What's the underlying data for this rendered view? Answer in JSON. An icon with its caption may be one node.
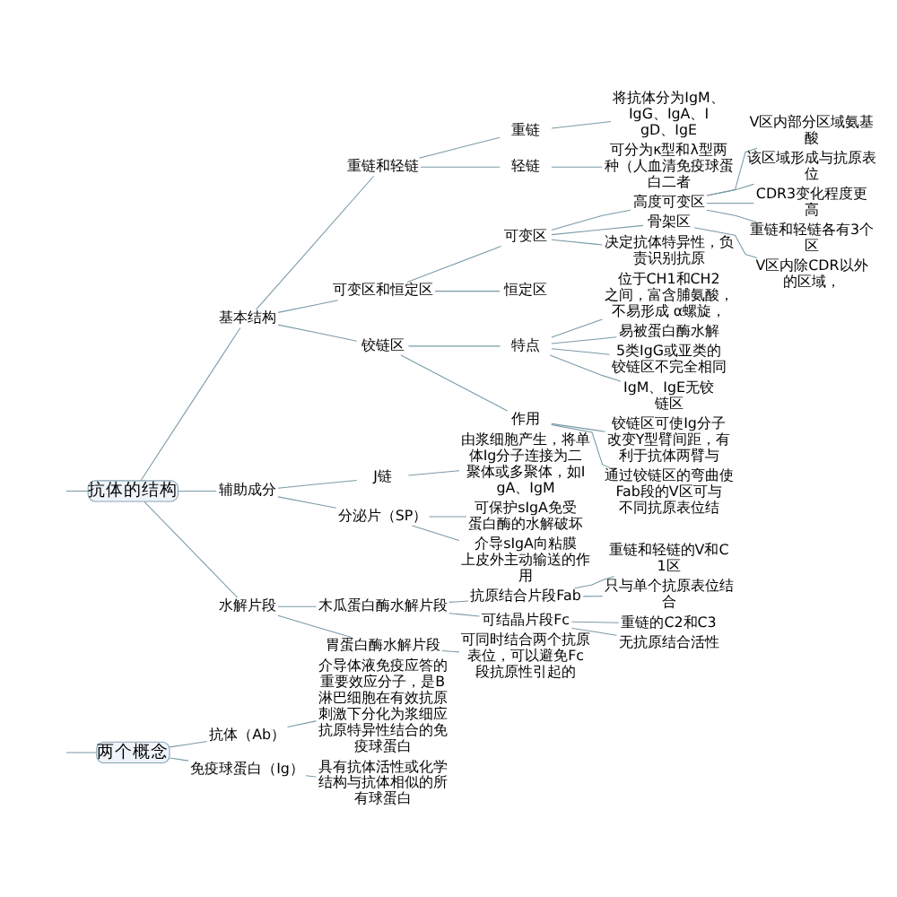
{
  "diagram": {
    "nodes": [
      {
        "text": [
          "两个概念"
        ]
      },
      {
        "text": [
          "抗体（Ab）"
        ]
      },
      {
        "text": [
          "介导体液免疫应答的重要效应分子，是B淋巴细胞在有效抗原刺激下分化为浆细应抗原特异性结合的免疫球蛋白"
        ]
      },
      {
        "text": [
          "免疫球蛋白（Ig）"
        ]
      },
      {
        "text": [
          "具有抗体活性或化学结构与抗体相似的所有球蛋白"
        ]
      },
      {
        "text": [
          "抗体的结构"
        ]
      },
      {
        "text": [
          "基本结构"
        ]
      },
      {
        "text": [
          "重链和轻链"
        ]
      },
      {
        "text": [
          "重链"
        ]
      },
      {
        "text": [
          "将抗体分为IgM、IgG、IgA、IgD、IgE"
        ]
      },
      {
        "text": [
          "轻链"
        ]
      },
      {
        "text": [
          "可分为κ型和λ型两种（人血清免疫球蛋白二者"
        ]
      },
      {
        "text": [
          "可变区和恒定区"
        ]
      },
      {
        "text": [
          "可变区"
        ]
      },
      {
        "text": [
          "高度可变区"
        ]
      },
      {
        "text": [
          "V区内部分区域氨基酸"
        ]
      },
      {
        "text": [
          "该区域形成与抗原表位"
        ]
      },
      {
        "text": [
          "CDR3变化程度更高"
        ]
      },
      {
        "text": [
          "重链和轻链各有3个区"
        ]
      },
      {
        "text": [
          "骨架区"
        ]
      },
      {
        "text": [
          "V区内除CDR以外的区域，"
        ]
      },
      {
        "text": [
          "决定抗体特异性，负责识别抗原"
        ]
      },
      {
        "text": [
          "恒定区"
        ]
      },
      {
        "text": [
          "铰链区"
        ]
      },
      {
        "text": [
          "特点"
        ]
      },
      {
        "text": [
          "位于CH1和CH2之间，富含脯氨酸，不易形成 α螺旋，"
        ]
      },
      {
        "text": [
          "易被蛋白酶水解"
        ]
      },
      {
        "text": [
          "5类IgG或亚类的铰链区不完全相同"
        ]
      },
      {
        "text": [
          "IgM、IgE无铰链区"
        ]
      },
      {
        "text": [
          "作用"
        ]
      },
      {
        "text": [
          "铰链区可使Ig分子改变Y型臂间距，有利于抗体两臂与"
        ]
      },
      {
        "text": [
          "通过铰链区的弯曲使Fab段的V区可与不同抗原表位结"
        ]
      },
      {
        "text": [
          "辅助成分"
        ]
      },
      {
        "text": [
          "J链"
        ]
      },
      {
        "text": [
          "由浆细胞产生，将单体Ig分子连接为二聚体或多聚体，如IgA、IgM"
        ]
      },
      {
        "text": [
          "分泌片（SP）"
        ]
      },
      {
        "text": [
          "可保护sIgA免受蛋白酶的水解破坏"
        ]
      },
      {
        "text": [
          "介导sIgA向粘膜上皮外主动输送的作用"
        ]
      },
      {
        "text": [
          "水解片段"
        ]
      },
      {
        "text": [
          "木瓜蛋白酶水解片段"
        ]
      },
      {
        "text": [
          "抗原结合片段Fab"
        ]
      },
      {
        "text": [
          "重链和轻链的V和C1区"
        ]
      },
      {
        "text": [
          "只与单个抗原表位结合"
        ]
      },
      {
        "text": [
          "可结晶片段Fc"
        ]
      },
      {
        "text": [
          "重链的C2和C3"
        ]
      },
      {
        "text": [
          "无抗原结合活性"
        ]
      },
      {
        "text": [
          "胃蛋白酶水解片段"
        ]
      },
      {
        "text": [
          "可同时结合两个抗原表位，可以避免Fc段抗原性引起的"
        ]
      }
    ],
    "edges": [
      {
        "from": null,
        "to": 0,
        "arrow": "none"
      },
      {
        "from": 0,
        "to": 1,
        "arrow": "none"
      },
      {
        "from": 1,
        "to": 2,
        "arrow": "none"
      },
      {
        "from": 0,
        "to": 3,
        "arrow": "none"
      },
      {
        "from": 3,
        "to": 4,
        "arrow": "none"
      },
      {
        "from": null,
        "to": 5,
        "arrow": "none"
      },
      {
        "from": 5,
        "to": 6,
        "arrow": "none"
      },
      {
        "from": 6,
        "to": 7,
        "arrow": "none"
      },
      {
        "from": 7,
        "to": 8,
        "arrow": "none"
      },
      {
        "from": 8,
        "to": 9,
        "arrow": "none"
      },
      {
        "from": 7,
        "to": 10,
        "arrow": "none"
      },
      {
        "from": 10,
        "to": 11,
        "arrow": "none"
      },
      {
        "from": 6,
        "to": 12,
        "arrow": "none"
      },
      {
        "from": 12,
        "to": 13,
        "arrow": "none"
      },
      {
        "from": 13,
        "to": 14,
        "arrow": "none"
      },
      {
        "from": 14,
        "to": 15,
        "arrow": "none"
      },
      {
        "from": 14,
        "to": 16,
        "arrow": "none"
      },
      {
        "from": 14,
        "to": 17,
        "arrow": "none"
      },
      {
        "from": 14,
        "to": 18,
        "arrow": "none"
      },
      {
        "from": 13,
        "to": 19,
        "arrow": "none"
      },
      {
        "from": 19,
        "to": 20,
        "arrow": "none"
      },
      {
        "from": 13,
        "to": 21,
        "arrow": "none"
      },
      {
        "from": 12,
        "to": 22,
        "arrow": "none"
      },
      {
        "from": 6,
        "to": 23,
        "arrow": "none"
      },
      {
        "from": 23,
        "to": 24,
        "arrow": "none"
      },
      {
        "from": 24,
        "to": 25,
        "arrow": "none"
      },
      {
        "from": 24,
        "to": 26,
        "arrow": "none"
      },
      {
        "from": 24,
        "to": 27,
        "arrow": "none"
      },
      {
        "from": 24,
        "to": 28,
        "arrow": "none"
      },
      {
        "from": 23,
        "to": 29,
        "arrow": "none"
      },
      {
        "from": 29,
        "to": 30,
        "arrow": "none"
      },
      {
        "from": 29,
        "to": 31,
        "arrow": "none"
      },
      {
        "from": 5,
        "to": 32,
        "arrow": "none"
      },
      {
        "from": 32,
        "to": 33,
        "arrow": "none"
      },
      {
        "from": 33,
        "to": 34,
        "arrow": "none"
      },
      {
        "from": 32,
        "to": 35,
        "arrow": "none"
      },
      {
        "from": 35,
        "to": 36,
        "arrow": "none"
      },
      {
        "from": 35,
        "to": 37,
        "arrow": "none"
      },
      {
        "from": 5,
        "to": 38,
        "arrow": "none"
      },
      {
        "from": 38,
        "to": 39,
        "arrow": "none"
      },
      {
        "from": 39,
        "to": 40,
        "arrow": "none"
      },
      {
        "from": 40,
        "to": 41,
        "arrow": "none"
      },
      {
        "from": 40,
        "to": 42,
        "arrow": "none"
      },
      {
        "from": 39,
        "to": 43,
        "arrow": "none"
      },
      {
        "from": 43,
        "to": 44,
        "arrow": "none"
      },
      {
        "from": 43,
        "to": 45,
        "arrow": "none"
      },
      {
        "from": 38,
        "to": 46,
        "arrow": "none"
      },
      {
        "from": 46,
        "to": 47,
        "arrow": "none"
      }
    ]
  }
}
